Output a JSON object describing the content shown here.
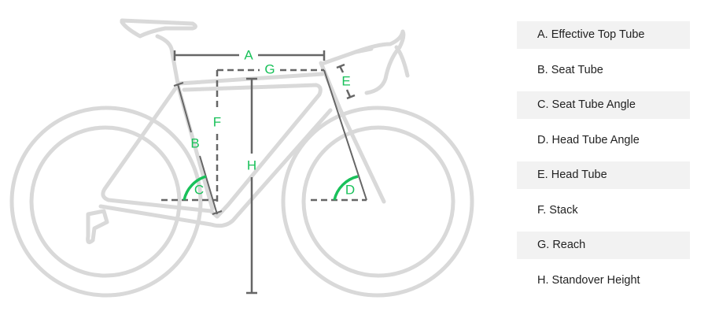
{
  "colors": {
    "accent": "#19c15a",
    "frame": "#d9d9d9",
    "measure": "#666666",
    "row_shade": "#f2f2f2"
  },
  "diagram": {
    "labels": {
      "A": "A",
      "B": "B",
      "C": "C",
      "D": "D",
      "E": "E",
      "F": "F",
      "G": "G",
      "H": "H"
    }
  },
  "legend": {
    "items": [
      {
        "label": "A. Effective Top Tube"
      },
      {
        "label": "B. Seat Tube"
      },
      {
        "label": "C. Seat Tube Angle"
      },
      {
        "label": "D. Head Tube Angle"
      },
      {
        "label": "E. Head Tube"
      },
      {
        "label": "F. Stack"
      },
      {
        "label": "G. Reach"
      },
      {
        "label": "H. Standover Height"
      }
    ]
  }
}
